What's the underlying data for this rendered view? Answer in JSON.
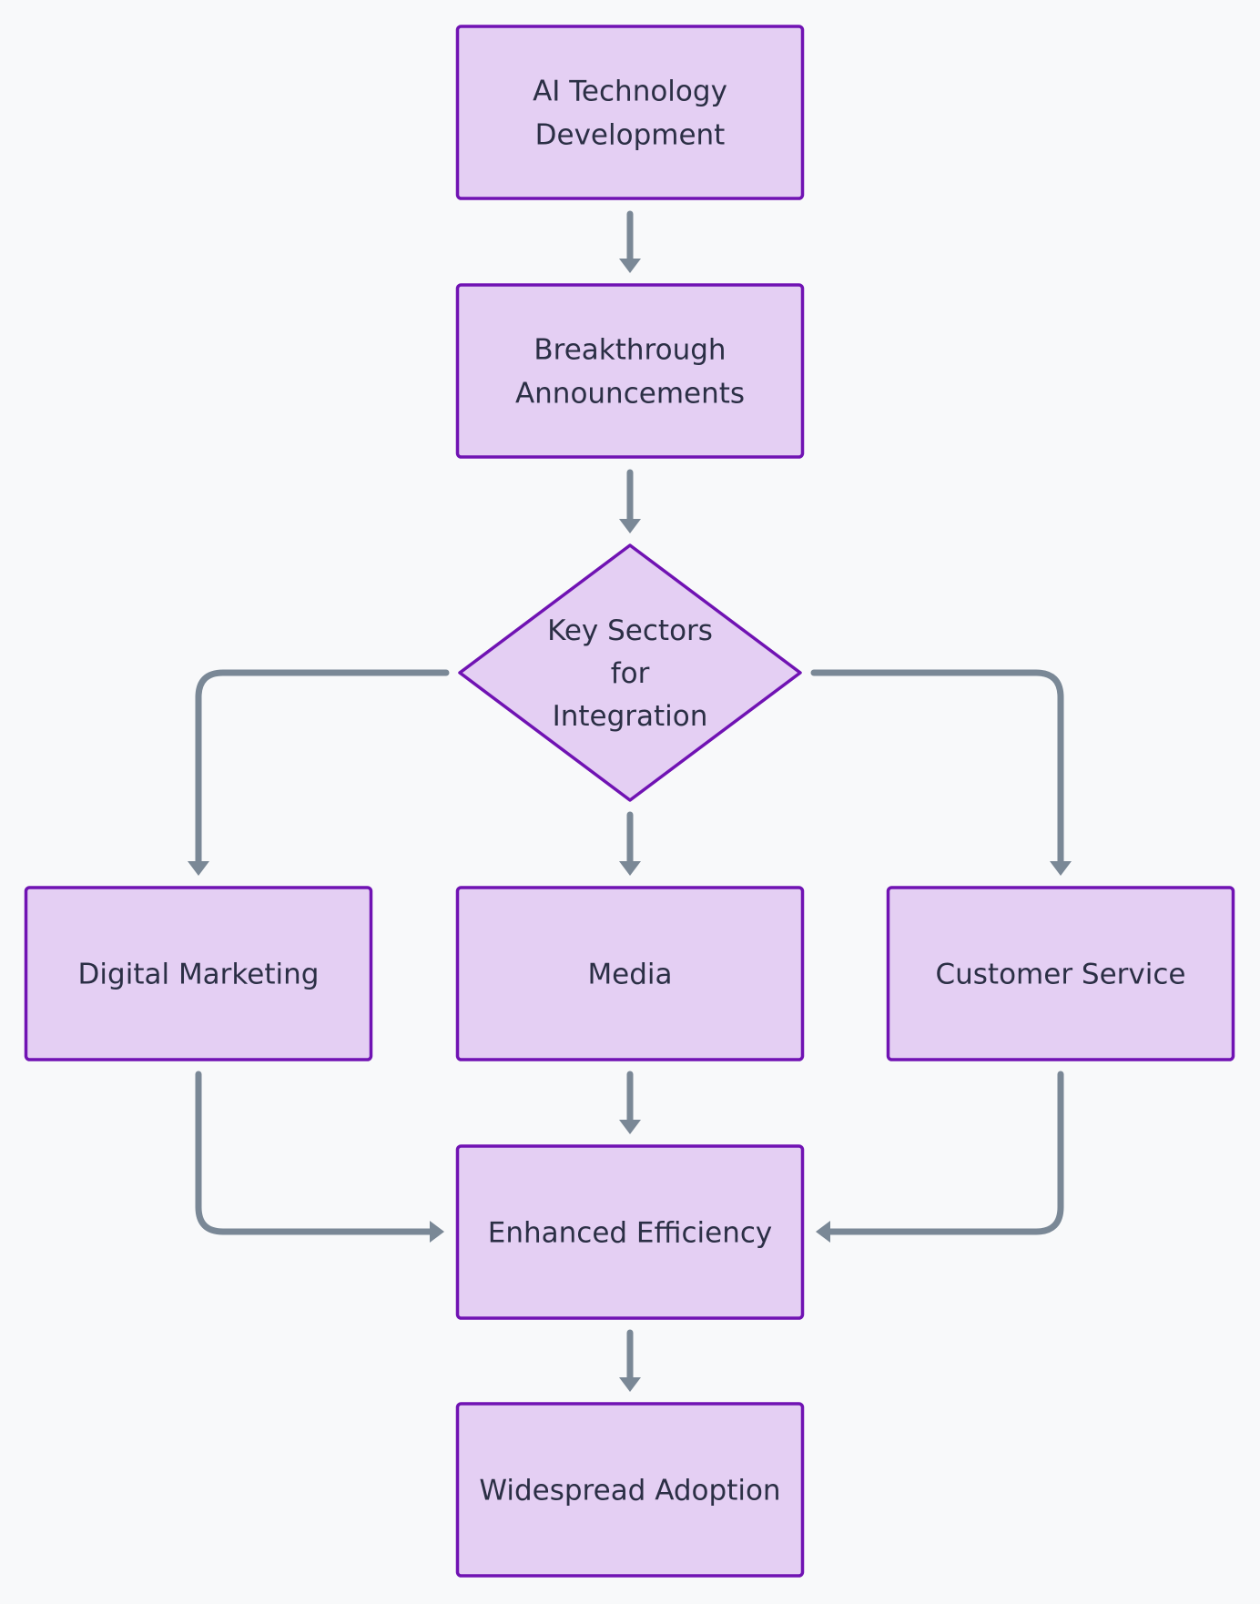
{
  "diagram": {
    "type": "flowchart",
    "direction": "top-down",
    "colors": {
      "background": "#f8f9fa",
      "node_fill": "#e4cff3",
      "node_border": "#7013b3",
      "text": "#2b2f45",
      "edge": "#7a8896"
    },
    "nodes": [
      {
        "id": "ai_dev",
        "shape": "rect",
        "lines": [
          "AI Technology",
          "Development"
        ]
      },
      {
        "id": "breakthrough",
        "shape": "rect",
        "lines": [
          "Breakthrough",
          "Announcements"
        ]
      },
      {
        "id": "key_sectors",
        "shape": "diamond",
        "lines": [
          "Key Sectors",
          "for",
          "Integration"
        ]
      },
      {
        "id": "digital_marketing",
        "shape": "rect",
        "lines": [
          "Digital Marketing"
        ]
      },
      {
        "id": "media",
        "shape": "rect",
        "lines": [
          "Media"
        ]
      },
      {
        "id": "customer_service",
        "shape": "rect",
        "lines": [
          "Customer Service"
        ]
      },
      {
        "id": "enhanced_efficiency",
        "shape": "rect",
        "lines": [
          "Enhanced Efficiency"
        ]
      },
      {
        "id": "widespread_adoption",
        "shape": "rect",
        "lines": [
          "Widespread Adoption"
        ]
      }
    ],
    "edges": [
      {
        "from": "ai_dev",
        "to": "breakthrough"
      },
      {
        "from": "breakthrough",
        "to": "key_sectors"
      },
      {
        "from": "key_sectors",
        "to": "digital_marketing"
      },
      {
        "from": "key_sectors",
        "to": "media"
      },
      {
        "from": "key_sectors",
        "to": "customer_service"
      },
      {
        "from": "digital_marketing",
        "to": "enhanced_efficiency"
      },
      {
        "from": "media",
        "to": "enhanced_efficiency"
      },
      {
        "from": "customer_service",
        "to": "enhanced_efficiency"
      },
      {
        "from": "enhanced_efficiency",
        "to": "widespread_adoption"
      }
    ]
  }
}
